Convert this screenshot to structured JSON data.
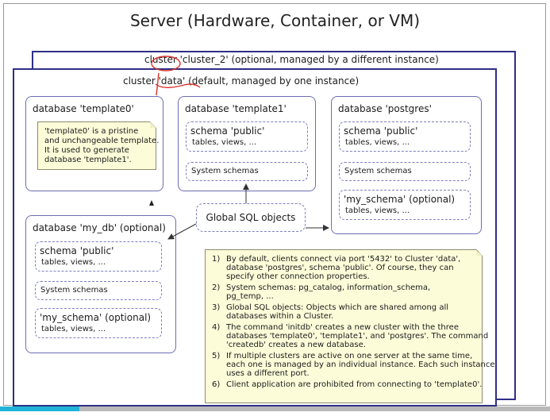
{
  "title": "Server (Hardware, Container, or VM)",
  "cluster2": {
    "label": "cluster 'cluster_2' (optional, managed by a different instance)"
  },
  "cluster": {
    "label": "cluster 'data' (default, managed by one instance)"
  },
  "databases": {
    "template0": {
      "title": "database 'template0'",
      "note": [
        "'template0' is a pristine",
        "and unchangeable template.",
        "It is used to generate",
        "database 'template1'."
      ]
    },
    "template1": {
      "title": "database 'template1'",
      "schema_public": {
        "title": "schema 'public'",
        "sub": "tables, views, ..."
      },
      "system_schemas": "System schemas"
    },
    "postgres": {
      "title": "database 'postgres'",
      "schema_public": {
        "title": "schema 'public'",
        "sub": "tables, views, ..."
      },
      "system_schemas": "System schemas",
      "my_schema": {
        "title": "'my_schema' (optional)",
        "sub": "tables, views, ..."
      }
    },
    "my_db": {
      "title": "database 'my_db' (optional)",
      "schema_public": {
        "title": "schema 'public'",
        "sub": "tables, views, ..."
      },
      "system_schemas": "System schemas",
      "my_schema": {
        "title": "'my_schema' (optional)",
        "sub": "tables, views, ..."
      }
    }
  },
  "global_objects": "Global SQL objects",
  "notes": [
    {
      "num": "1)",
      "text": "By default, clients connect via port '5432' to Cluster 'data',\ndatabase 'postgres', schema 'public'. Of course, they can\nspecify other connection properties."
    },
    {
      "num": "2)",
      "text": "System schemas: pg_catalog, information_schema,\npg_temp, ..."
    },
    {
      "num": "3)",
      "text": "Global SQL objects: Objects which are shared among all\ndatabases within a Cluster."
    },
    {
      "num": "4)",
      "text": "The command 'initdb' creates a new cluster with the three\ndatabases 'template0', 'template1', and 'postgres'. The command\n'createdb' creates a new database."
    },
    {
      "num": "5)",
      "text": "If multiple clusters are active on one server at the same time,\neach one is managed by an individual instance. Each such instance\nuses a different port."
    },
    {
      "num": "6)",
      "text": "Client application are prohibited from connecting to 'template0'."
    }
  ],
  "video_progress": 0.145,
  "colors": {
    "cluster_border": "#2f2f86",
    "db_border": "#6e6eb4",
    "note_bg": "#fcfcd9",
    "annotation": "#d9332b",
    "progress": "#1fb4d8"
  }
}
